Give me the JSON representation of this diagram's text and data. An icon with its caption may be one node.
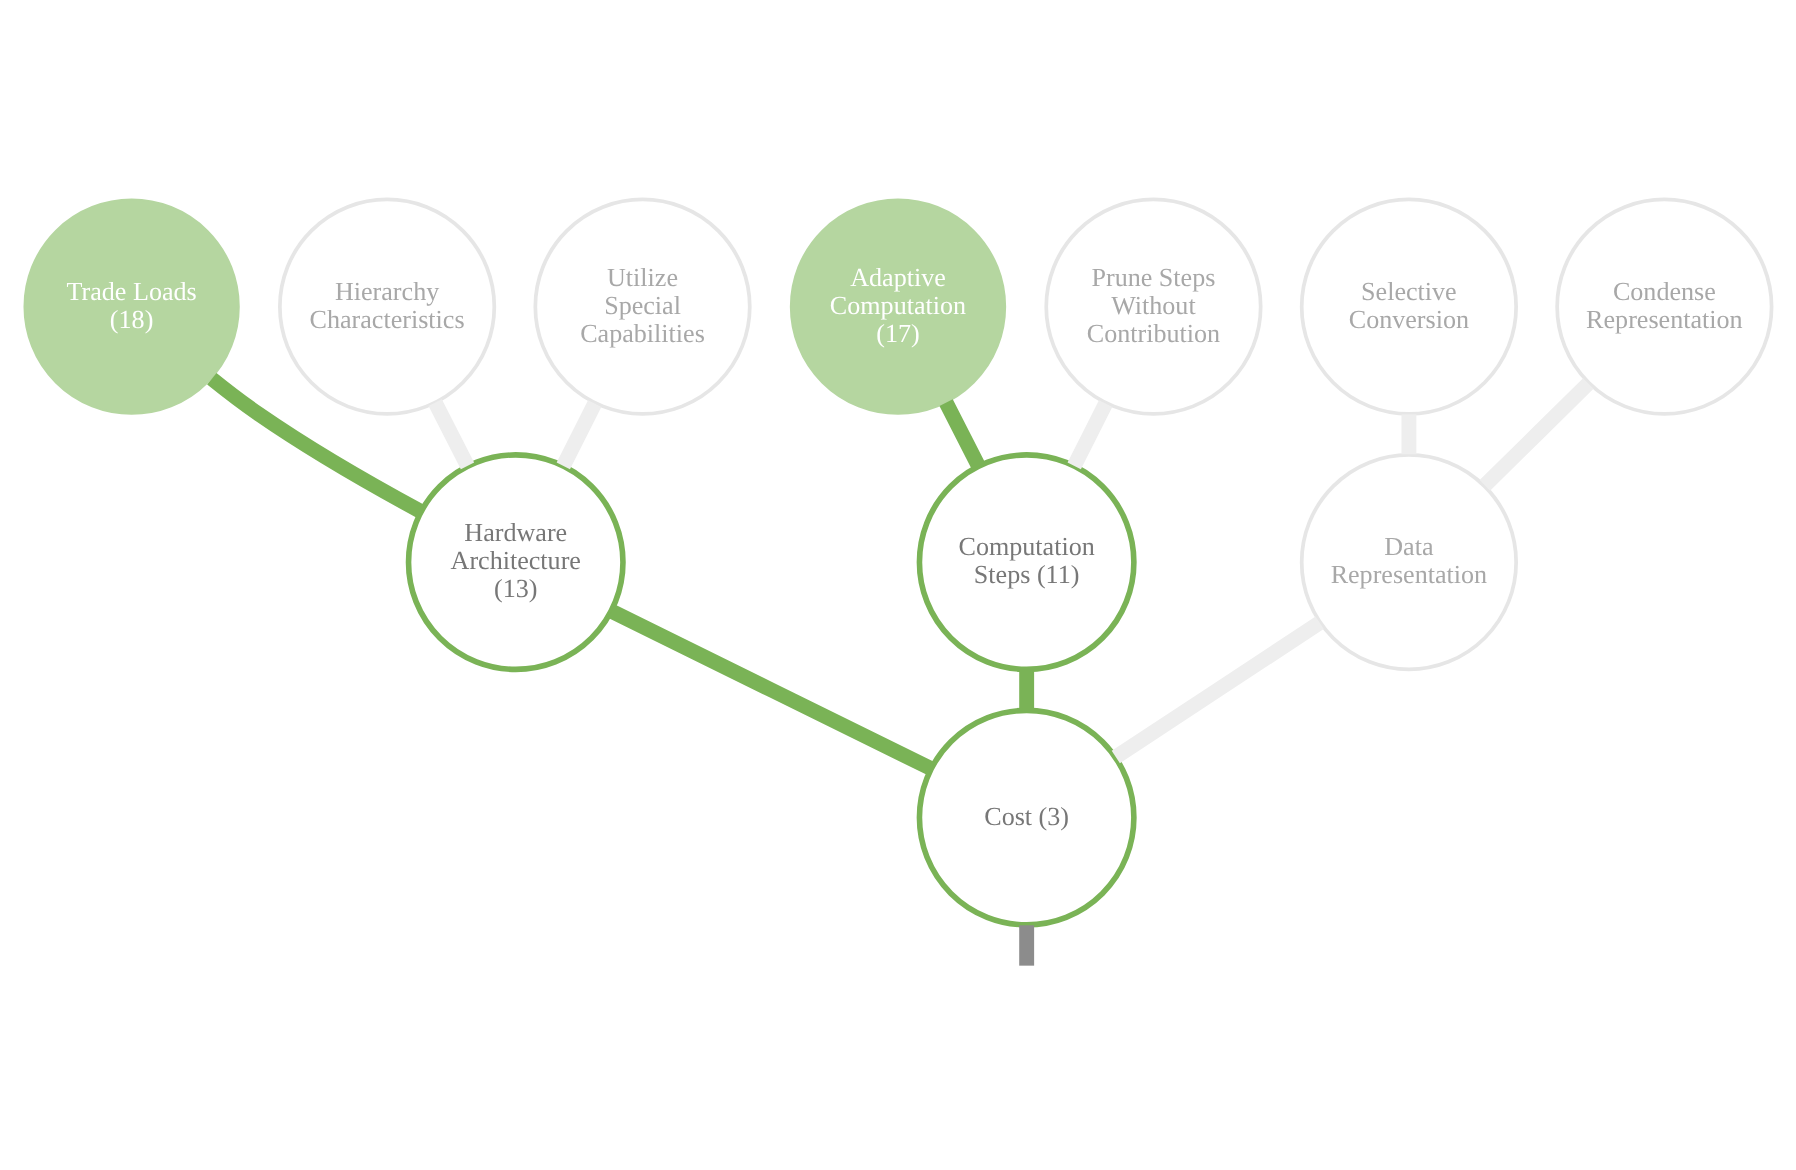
{
  "diagram": {
    "nodes": [
      {
        "text": [
          "Cost (3)"
        ]
      },
      {
        "text": [
          "Hardware Architecture (13)"
        ]
      },
      {
        "text": [
          "Computation Steps (11)"
        ]
      },
      {
        "text": [
          "Data Representation"
        ]
      },
      {
        "text": [
          "Trade Loads (18)"
        ]
      },
      {
        "text": [
          "Hierarchy Characteristics"
        ]
      },
      {
        "text": [
          "Utilize Special Capabilities"
        ]
      },
      {
        "text": [
          "Adaptive Computation (17)"
        ]
      },
      {
        "text": [
          "Prune Steps Without Contribution"
        ]
      },
      {
        "text": [
          "Selective Conversion"
        ]
      },
      {
        "text": [
          "Condense Representation"
        ]
      }
    ],
    "edges": [
      {
        "from": null,
        "to": 0,
        "arrow": "none",
        "color": "#8c8c8c"
      },
      {
        "from": 0,
        "to": 1,
        "arrow": "none",
        "color": "#7ab356"
      },
      {
        "from": 0,
        "to": 2,
        "arrow": "none",
        "color": "#7ab356"
      },
      {
        "from": 0,
        "to": 3,
        "arrow": "none"
      },
      {
        "from": 1,
        "to": 4,
        "arrow": "none",
        "color": "#7ab356"
      },
      {
        "from": 1,
        "to": 5,
        "arrow": "none"
      },
      {
        "from": 1,
        "to": 6,
        "arrow": "none"
      },
      {
        "from": 2,
        "to": 7,
        "arrow": "none",
        "color": "#7ab356"
      },
      {
        "from": 2,
        "to": 8,
        "arrow": "none"
      },
      {
        "from": 3,
        "to": 9,
        "arrow": "none"
      },
      {
        "from": 3,
        "to": 10,
        "arrow": "none"
      }
    ]
  }
}
